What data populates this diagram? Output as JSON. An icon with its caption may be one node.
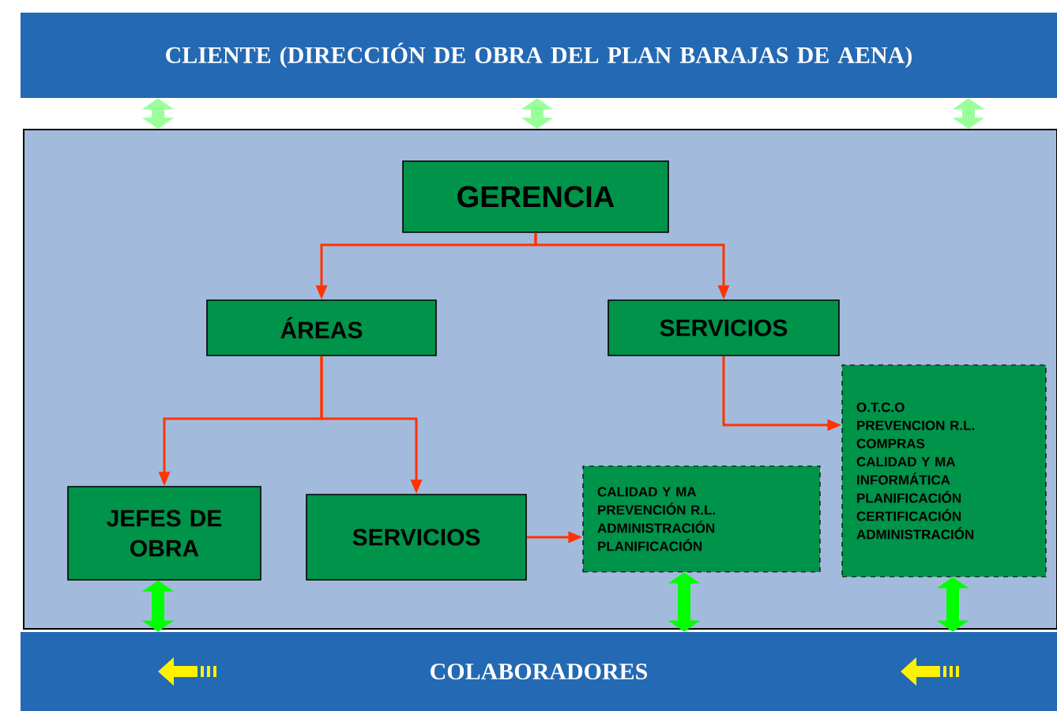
{
  "diagram": {
    "nodes": [
      {
        "text": [
          "CLIENTE (DIRECCIÓN DE OBRA DEL PLAN BARAJAS DE AENA)"
        ]
      },
      {
        "text": [],
        "shape": "box"
      },
      {
        "text": [
          "GERENCIA"
        ],
        "in": 1
      },
      {
        "text": [
          "ÁREAS"
        ],
        "in": 1
      },
      {
        "text": [
          "SERVICIOS"
        ],
        "in": 1
      },
      {
        "text": [
          "JEFES DE OBRA"
        ],
        "in": 1
      },
      {
        "text": [
          "SERVICIOS"
        ],
        "in": 1
      },
      {
        "text": [
          "CALIDAD Y MA",
          "PREVENCIÓN R.L.",
          "ADMINISTRACIÓN",
          "PLANIFICACIÓN"
        ],
        "in": 1
      },
      {
        "text": [
          "O.T.C.O",
          "PREVENCION R.L.",
          "COMPRAS",
          "CALIDAD Y MA",
          "INFORMÁTICA",
          "PLANIFICACIÓN",
          "CERTIFICACIÓN",
          "ADMINISTRACIÓN"
        ],
        "in": 1
      },
      {
        "text": [
          "COLABORADORES"
        ]
      }
    ],
    "edges": [
      {
        "from": 2,
        "to": 3,
        "arrow": "to",
        "color": "#ff3300"
      },
      {
        "from": 2,
        "to": 4,
        "arrow": "to",
        "color": "#ff3300"
      },
      {
        "from": 3,
        "to": 5,
        "arrow": "to",
        "color": "#ff3300"
      },
      {
        "from": 3,
        "to": 6,
        "arrow": "to",
        "color": "#ff3300"
      },
      {
        "from": 6,
        "to": 7,
        "arrow": "to",
        "color": "#ff3300"
      },
      {
        "from": 4,
        "to": 8,
        "arrow": "to",
        "color": "#ff3300"
      },
      {
        "from": 0,
        "to": 1,
        "arrow": "both",
        "style": "thick",
        "color": "#99ff99"
      },
      {
        "from": 0,
        "to": 1,
        "arrow": "both",
        "style": "thick",
        "color": "#99ff99"
      },
      {
        "from": 0,
        "to": 1,
        "arrow": "both",
        "style": "thick",
        "color": "#99ff99"
      },
      {
        "from": 5,
        "to": 9,
        "arrow": "both",
        "style": "thick",
        "color": "#00ff00"
      },
      {
        "from": 7,
        "to": 9,
        "arrow": "both",
        "style": "thick",
        "color": "#00ff00"
      },
      {
        "from": 8,
        "to": 9,
        "arrow": "both",
        "style": "thick",
        "color": "#00ff00"
      }
    ]
  }
}
